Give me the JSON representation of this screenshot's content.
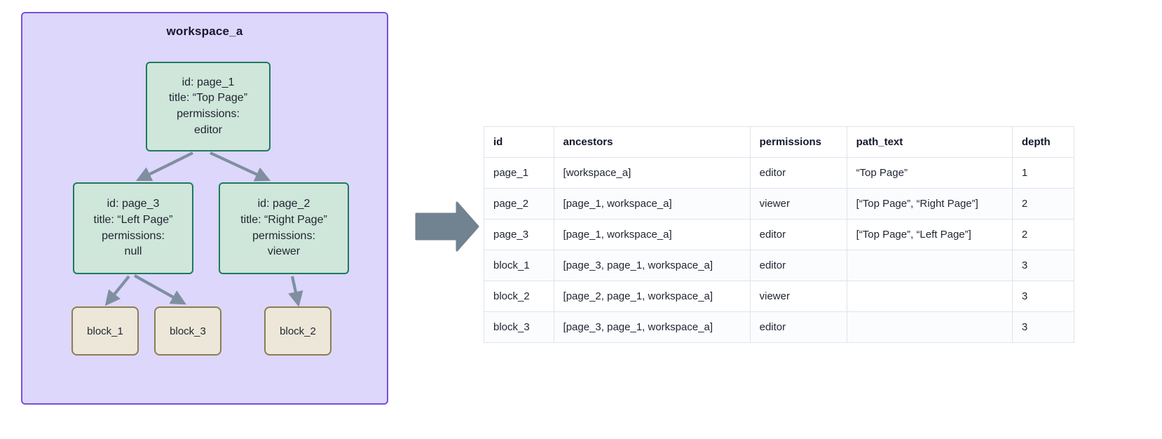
{
  "workspace": {
    "title": "workspace_a",
    "border_color": "#7c4ddb",
    "fill_color": "#ddd7fb",
    "nodes": [
      {
        "key": "page_1",
        "kind": "page",
        "lines": [
          "id: page_1",
          "title: “Top Page”",
          "permissions:",
          "editor"
        ],
        "id_line": "id: page_1",
        "title_line": "title: “Top Page”",
        "permissions_label": "permissions:",
        "permissions_value": "editor"
      },
      {
        "key": "page_3",
        "kind": "page",
        "lines": [
          "id: page_3",
          "title: “Left Page”",
          "permissions:",
          "null"
        ],
        "id_line": "id: page_3",
        "title_line": "title: “Left Page”",
        "permissions_label": "permissions:",
        "permissions_value": "null"
      },
      {
        "key": "page_2",
        "kind": "page",
        "lines": [
          "id: page_2",
          "title: “Right Page”",
          "permissions:",
          "viewer"
        ],
        "id_line": "id: page_2",
        "title_line": "title: “Right Page”",
        "permissions_label": "permissions:",
        "permissions_value": "viewer"
      },
      {
        "key": "block_1",
        "kind": "block",
        "label": "block_1"
      },
      {
        "key": "block_3",
        "kind": "block",
        "label": "block_3"
      },
      {
        "key": "block_2",
        "kind": "block",
        "label": "block_2"
      }
    ],
    "edges": [
      {
        "from": "page_1",
        "to": "page_3"
      },
      {
        "from": "page_1",
        "to": "page_2"
      },
      {
        "from": "page_3",
        "to": "block_1"
      },
      {
        "from": "page_3",
        "to": "block_3"
      },
      {
        "from": "page_2",
        "to": "block_2"
      }
    ],
    "node_fill_page": "#cfe6da",
    "node_border_page": "#1d7a5f",
    "node_fill_block": "#ece7d8",
    "node_border_block": "#8b7d55",
    "edge_color": "#7f8fa0"
  },
  "transition": {
    "icon": "right-arrow-icon",
    "color": "#718291"
  },
  "table": {
    "columns": [
      "id",
      "ancestors",
      "permissions",
      "path_text",
      "depth"
    ],
    "rows": [
      {
        "id": "page_1",
        "ancestors": "[workspace_a]",
        "permissions": "editor",
        "path_text": "“Top Page”",
        "depth": "1"
      },
      {
        "id": "page_2",
        "ancestors": "[page_1, workspace_a]",
        "permissions": "viewer",
        "path_text": "[“Top Page”, “Right Page”]",
        "depth": "2"
      },
      {
        "id": "page_3",
        "ancestors": "[page_1, workspace_a]",
        "permissions": "editor",
        "path_text": "[“Top Page”, “Left Page”]",
        "depth": "2"
      },
      {
        "id": "block_1",
        "ancestors": "[page_3, page_1, workspace_a]",
        "permissions": "editor",
        "path_text": "",
        "depth": "3"
      },
      {
        "id": "block_2",
        "ancestors": "[page_2, page_1, workspace_a]",
        "permissions": "viewer",
        "path_text": "",
        "depth": "3"
      },
      {
        "id": "block_3",
        "ancestors": "[page_3, page_1, workspace_a]",
        "permissions": "editor",
        "path_text": "",
        "depth": "3"
      }
    ]
  }
}
